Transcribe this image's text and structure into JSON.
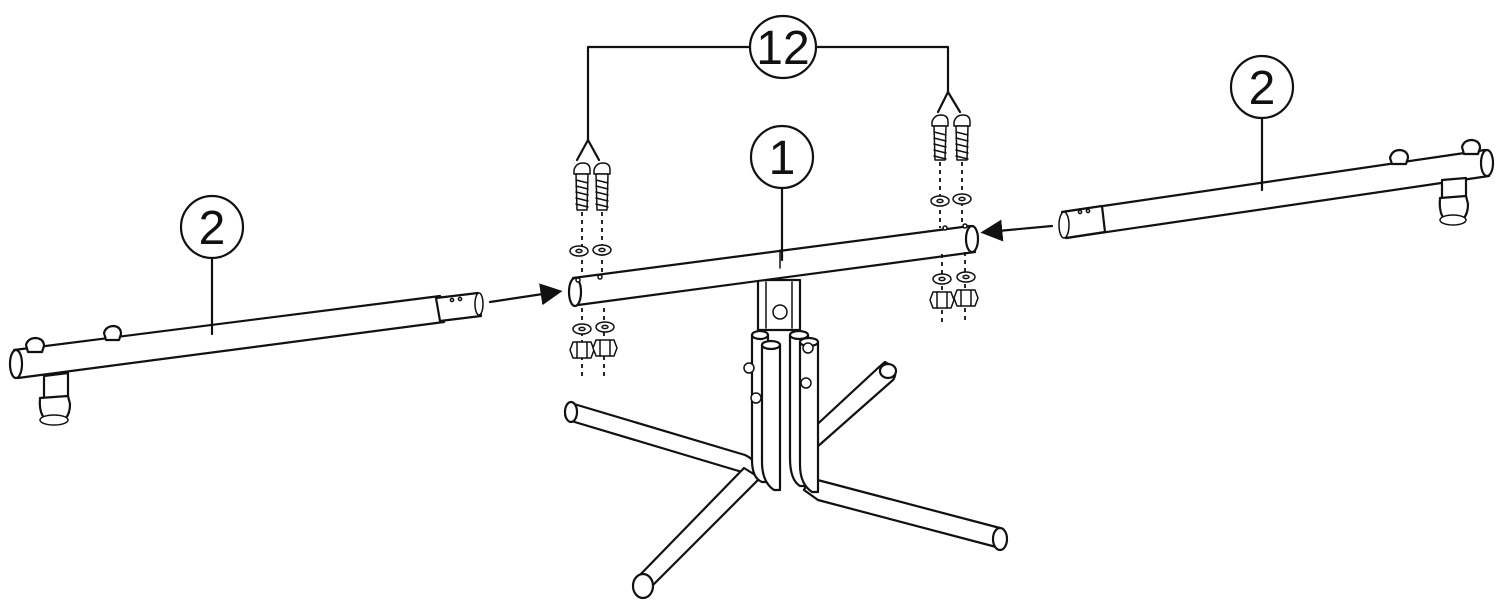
{
  "callouts": {
    "main_tube": "1",
    "left_arm": "2",
    "right_arm": "2",
    "hardware": "12"
  },
  "colors": {
    "ink": "#111111",
    "background": "#ffffff"
  }
}
